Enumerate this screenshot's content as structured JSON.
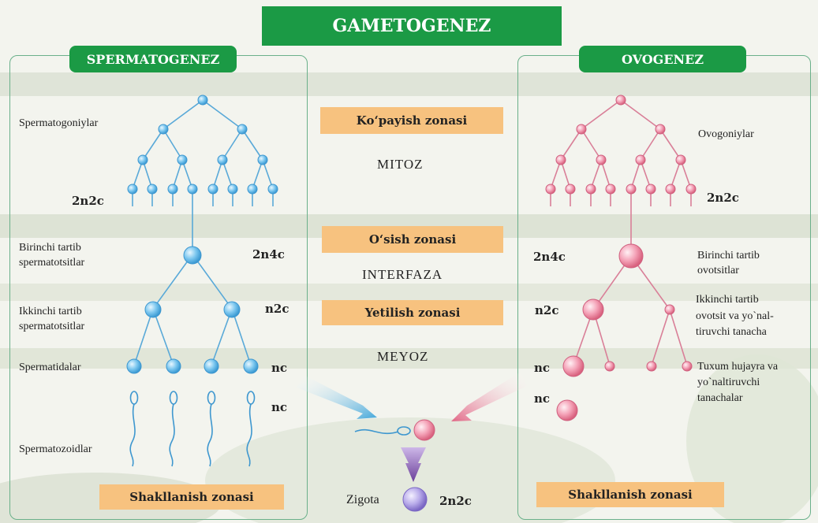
{
  "title": "GAMETOGENEZ",
  "left_header": "SPERMATOGENEZ",
  "right_header": "OVOGENEZ",
  "zones": {
    "kopayish": "Ko‘payish zonasi",
    "osish": "O‘sish zonasi",
    "yetilish": "Yetilish zonasi",
    "shakllanish_left": "Shakllanish zonasi",
    "shakllanish_right": "Shakllanish zonasi"
  },
  "processes": {
    "mitoz": "MITOZ",
    "interfaza": "INTERFAZA",
    "meyoz": "MEYOZ"
  },
  "left_labels": {
    "spermatogoniylar": "Spermatogoniylar",
    "birinchi_1": "Birinchi tartib",
    "birinchi_2": "spermatotsitlar",
    "ikkinchi_1": "Ikkinchi tartib",
    "ikkinchi_2": "spermatotsitlar",
    "spermatidalar": "Spermatidalar",
    "spermatozoidlar": "Spermatozoidlar"
  },
  "left_chrom": {
    "c1": "2n2c",
    "c2": "2n4c",
    "c3": "n2c",
    "c4": "nc",
    "c5": "nc"
  },
  "right_labels": {
    "ovogoniylar": "Ovogoniylar",
    "birinchi_1": "Birinchi tartib",
    "birinchi_2": "ovotsitlar",
    "ikkinchi_1": "Ikkinchi tartib",
    "ikkinchi_2": "ovotsit va yo`nal-",
    "ikkinchi_3": "tiruvchi tanacha",
    "tuxum_1": "Tuxum hujayra va",
    "tuxum_2": "yo`naltiruvchi",
    "tuxum_3": "tanachalar"
  },
  "right_chrom": {
    "c1": "2n2c",
    "c2": "2n4c",
    "c3": "n2c",
    "c4": "nc",
    "c5": "nc"
  },
  "zigota": "Zigota",
  "zigota_chrom": "2n2c",
  "colors": {
    "green": "#1b9a45",
    "zone": "#f7c27f",
    "blue_cell": "#5bb8e8",
    "pink_cell": "#f08aa5",
    "blue_line": "#59a9d8",
    "pink_line": "#d97f98",
    "zygote": "#a99ad8"
  }
}
